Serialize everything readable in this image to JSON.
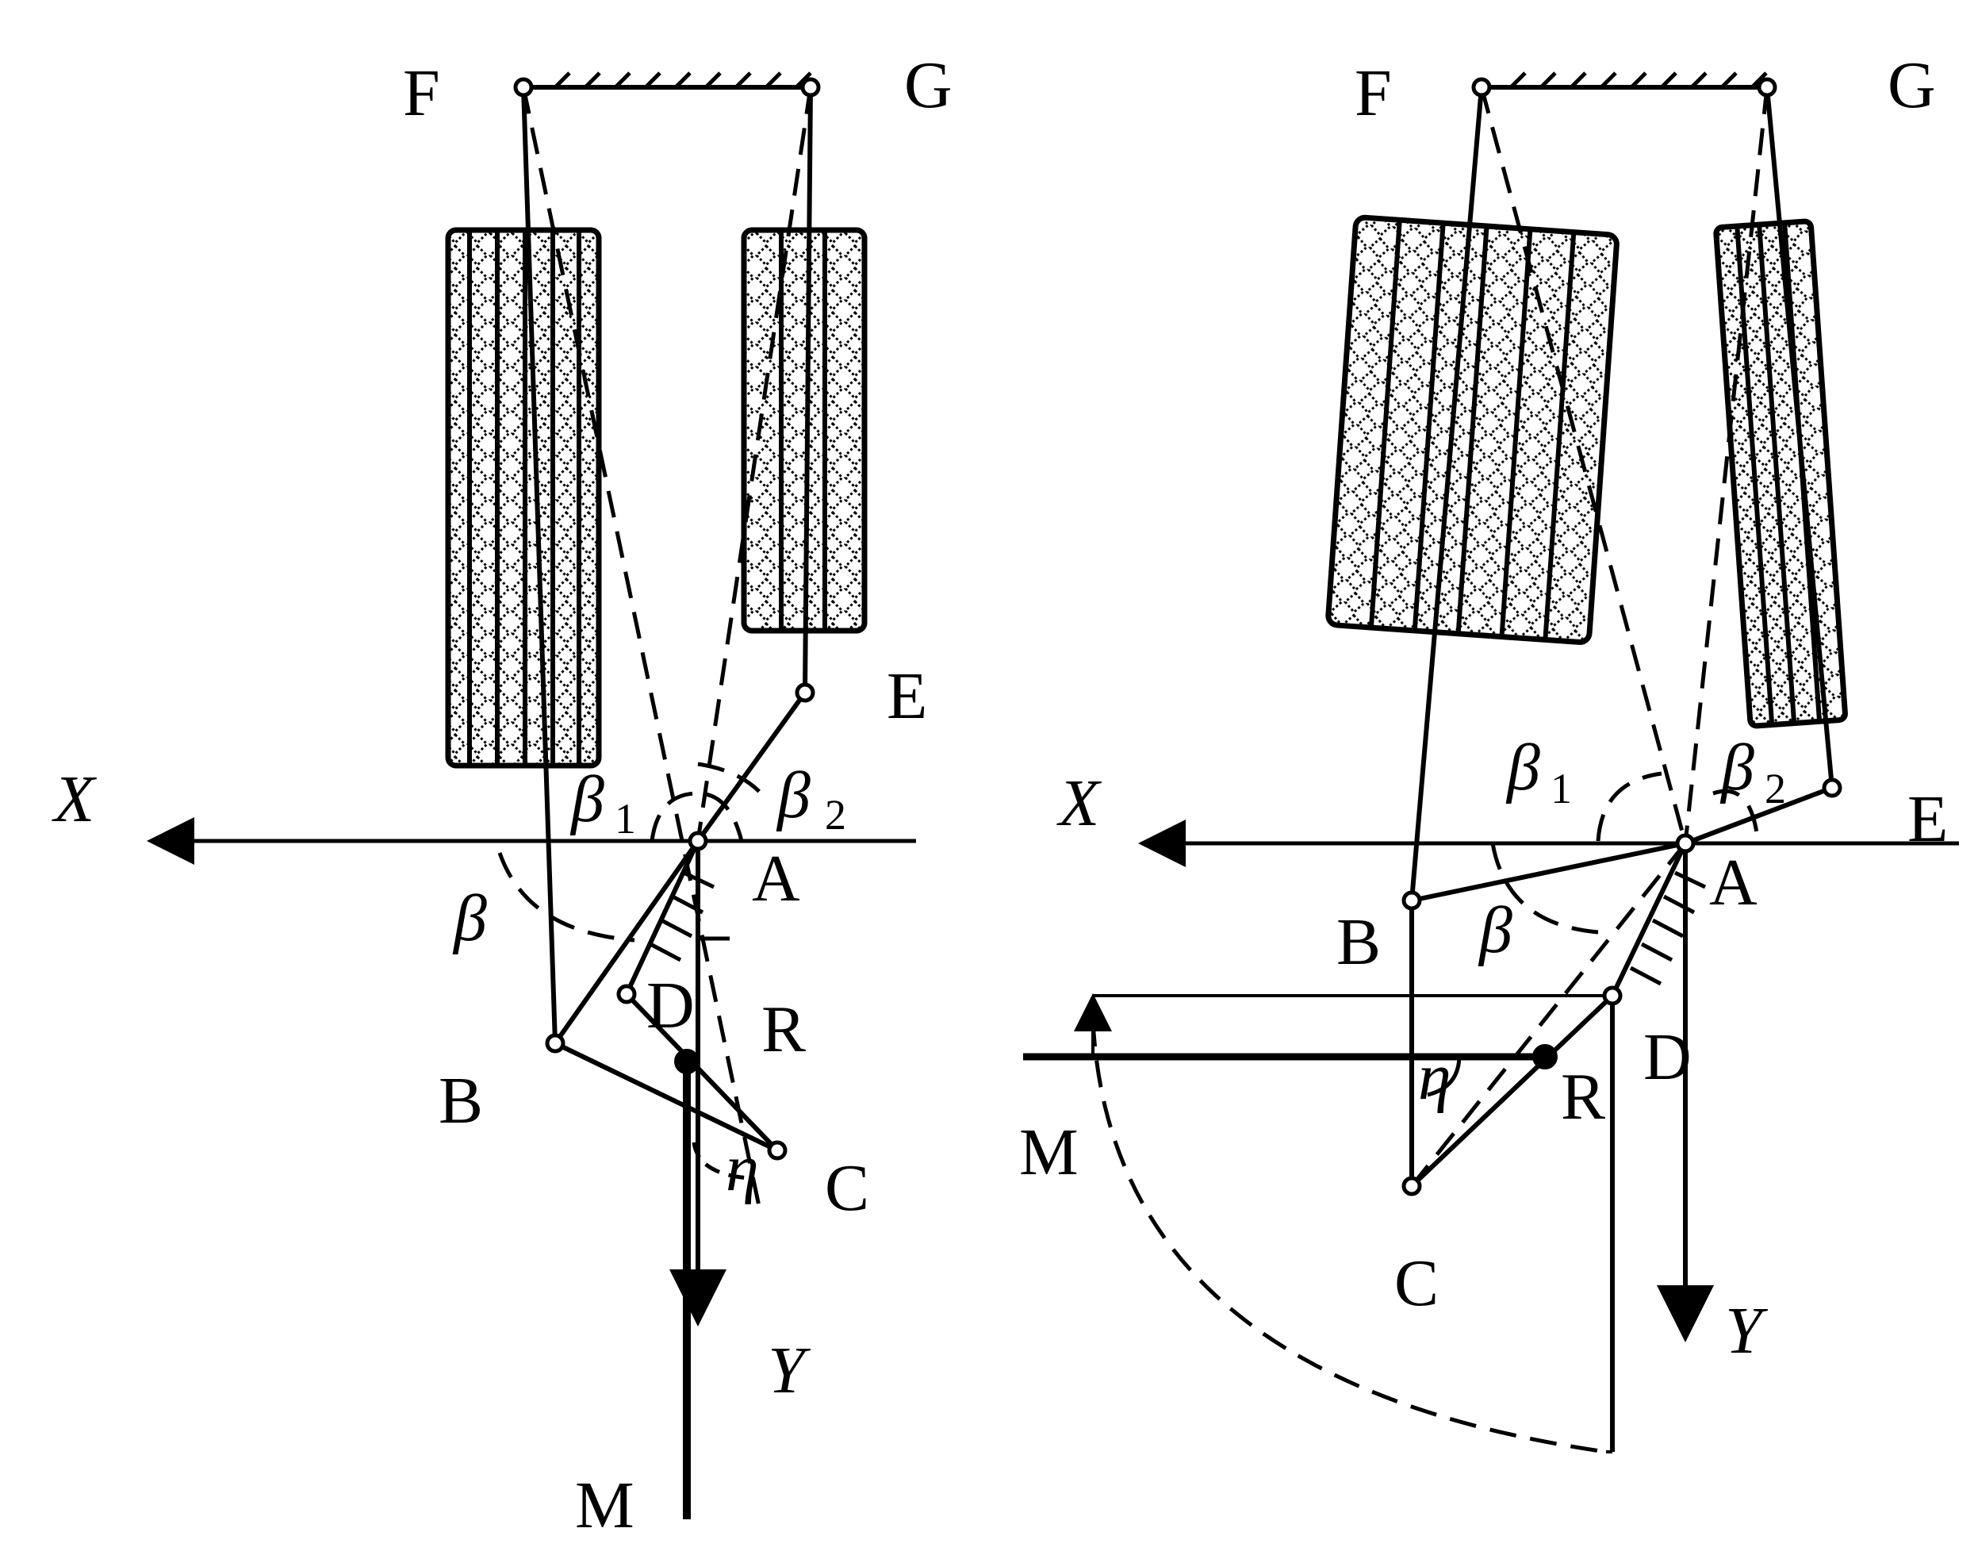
{
  "colors": {
    "ink": "#000000",
    "background": "#ffffff"
  },
  "left": {
    "points": {
      "F": "F",
      "G": "G",
      "E": "E",
      "A": "A",
      "B": "B",
      "C": "C",
      "D": "D",
      "R": "R",
      "M": "M"
    },
    "axes": {
      "x": "X",
      "y": "Y"
    },
    "angles": {
      "beta": "β",
      "beta1": "β",
      "beta1_sub": "1",
      "beta2": "β",
      "beta2_sub": "2",
      "eta": "η"
    }
  },
  "right": {
    "points": {
      "F": "F",
      "G": "G",
      "E": "E",
      "A": "A",
      "B": "B",
      "C": "C",
      "D": "D",
      "R": "R",
      "M": "M"
    },
    "axes": {
      "x": "X",
      "y": "Y"
    },
    "angles": {
      "beta": "β",
      "beta1": "β",
      "beta1_sub": "1",
      "beta2": "β",
      "beta2_sub": "2",
      "eta": "η"
    }
  }
}
